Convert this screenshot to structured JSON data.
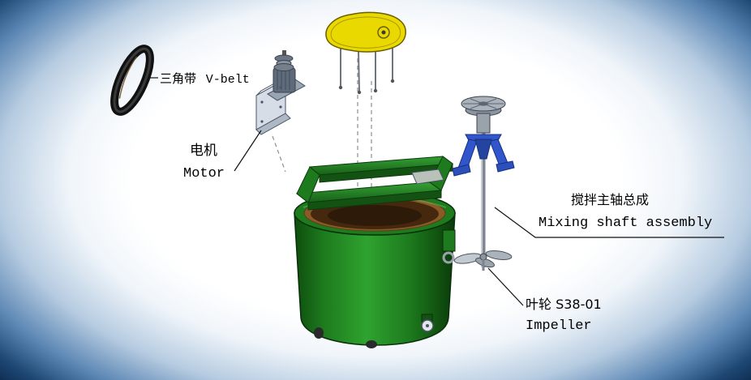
{
  "labels": {
    "v_belt": {
      "zh": "三角带",
      "en": "V-belt"
    },
    "motor": {
      "zh": "电机",
      "en": "Motor"
    },
    "mixing_shaft": {
      "zh": "搅拌主轴总成",
      "en": "Mixing shaft assembly"
    },
    "impeller": {
      "zh": "叶轮 S38-01",
      "en": "Impeller"
    }
  },
  "colors": {
    "edge_vignette": "#0f3055",
    "tank_green": "#1d7a1d",
    "beam_green": "#2c8f2c",
    "guard_yellow": "#e9d900",
    "bracket_blue": "#3156cc",
    "belt_black": "#111111",
    "liner_copper": "#8a5a28",
    "label_text": "#000000"
  }
}
